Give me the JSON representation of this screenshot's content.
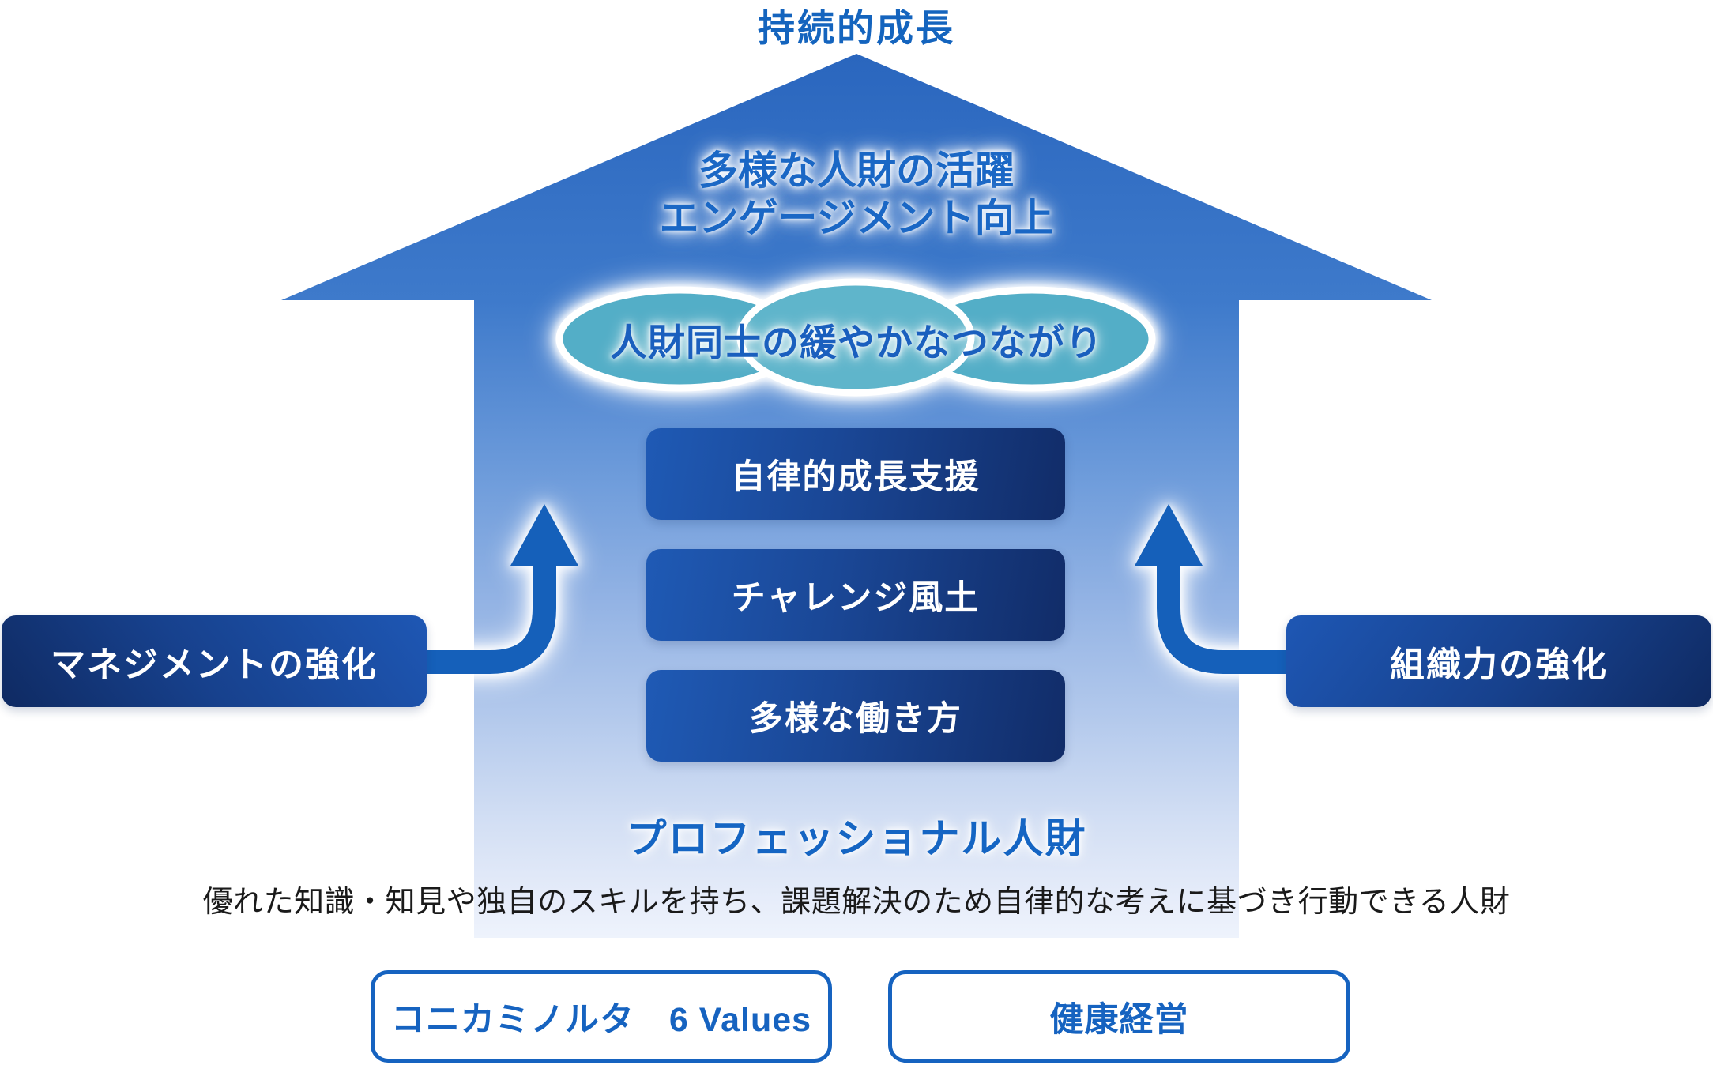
{
  "title": "持続的成長",
  "arrow": {
    "line1": "多様な人財の活躍",
    "line2": "エンゲージメント向上",
    "ellipse_label": "人財同士の緩やかなつながり",
    "pillars": [
      {
        "label": "自律的成長支援"
      },
      {
        "label": "チャレンジ風土"
      },
      {
        "label": "多様な働き方"
      }
    ],
    "base_title": "プロフェッショナル人財",
    "base_description": "優れた知識・知見や独自のスキルを持ち、課題解決のため自律的な考えに基づき行動できる人財"
  },
  "side_labels": {
    "left": "マネジメントの強化",
    "right": "組織力の強化"
  },
  "footer": {
    "boxes": [
      {
        "label": "コニカミノルタ　6 Values"
      },
      {
        "label": "健康経営"
      }
    ]
  },
  "colors": {
    "title_blue": "#1464BE",
    "arrow_top": "#2A66BE",
    "arrow_bottom": "#EEF3FC",
    "inner_text_blue": "#1A67C5",
    "ellipse_teal_side": "#53AEC7",
    "ellipse_teal_middle": "#5FB5CB",
    "pillar_gradient_light": "#1F5AB5",
    "pillar_gradient_dark": "#112C68",
    "side_label_light": "#1E57B4",
    "side_label_dark": "#0F2A62",
    "curved_arrow_blue": "#1560BA",
    "footer_outline_blue": "#1663C0",
    "description_text": "#1A1A1A"
  }
}
